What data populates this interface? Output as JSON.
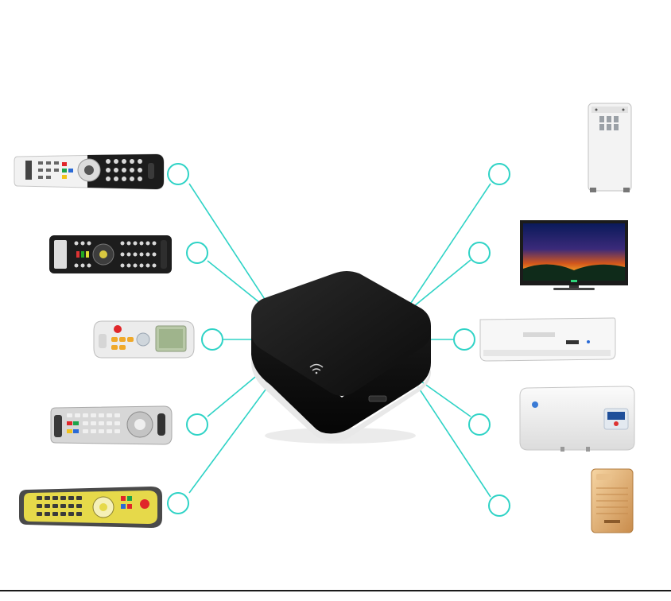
{
  "colors": {
    "connector": "#2fd3c6",
    "hub": "#111111",
    "background": "#ffffff"
  },
  "hub": {
    "icon": "wifi-icon",
    "port": "usb-port"
  },
  "remotes": [
    {
      "name": "tv-remote-black-white"
    },
    {
      "name": "settop-remote-black"
    },
    {
      "name": "ac-remote-white"
    },
    {
      "name": "tv-remote-silver"
    },
    {
      "name": "remote-yellow"
    }
  ],
  "appliances": [
    {
      "name": "portable-air-conditioner"
    },
    {
      "name": "television"
    },
    {
      "name": "split-air-conditioner"
    },
    {
      "name": "water-heater"
    },
    {
      "name": "air-purifier"
    }
  ]
}
